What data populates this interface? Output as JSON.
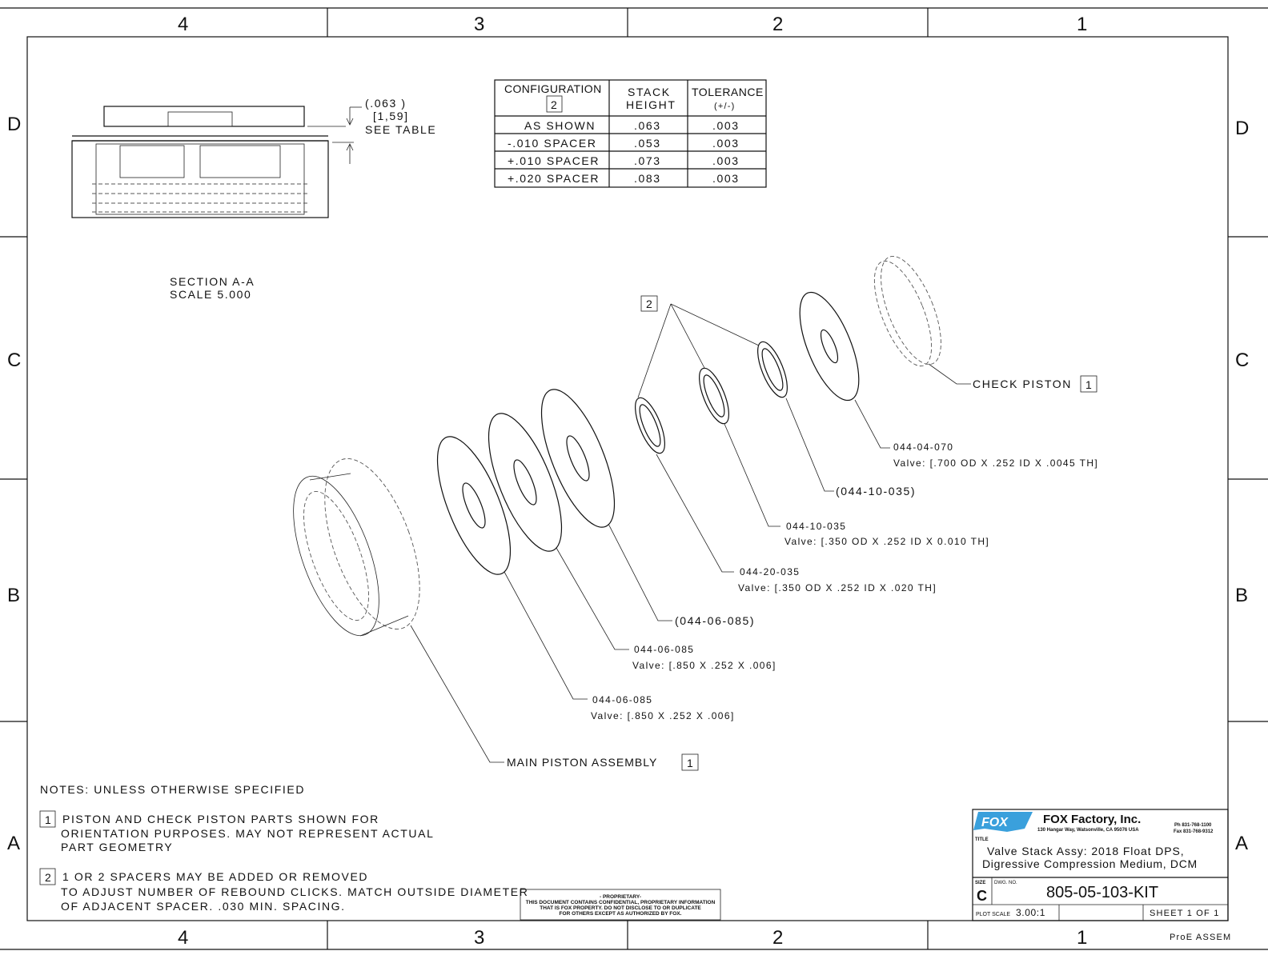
{
  "zones": {
    "columns": [
      "4",
      "3",
      "2",
      "1"
    ],
    "rows": [
      "D",
      "C",
      "B",
      "A"
    ]
  },
  "section": {
    "title": "SECTION  A-A",
    "scale": "SCALE  5.000",
    "dim_in": "(.063  )",
    "dim_mm": "[1,59]",
    "see_table": "SEE TABLE"
  },
  "config_table": {
    "headers": [
      "CONFIGURATION",
      "STACK HEIGHT",
      "TOLERANCE (+/-)"
    ],
    "header_lines": {
      "config": "CONFIGURATION",
      "config_tag": "2",
      "stack1": "STACK",
      "stack2": "HEIGHT",
      "tol1": "TOLERANCE",
      "tol2": "(+/-)"
    },
    "rows": [
      [
        "AS SHOWN",
        ".063",
        ".003"
      ],
      [
        "-.010 SPACER",
        ".053",
        ".003"
      ],
      [
        "+.010 SPACER",
        ".073",
        ".003"
      ],
      [
        "+.020 SPACER",
        ".083",
        ".003"
      ]
    ]
  },
  "callouts": {
    "tag2": "2",
    "check_piston": "CHECK PISTON",
    "check_piston_tag": "1",
    "c1_part": "044-04-070",
    "c1_desc": "Valve: [.700 OD X .252 ID X .0045 TH]",
    "c2_part": "(044-10-035)",
    "c3_part": "044-10-035",
    "c3_desc": "Valve: [.350 OD X .252 ID X 0.010 TH]",
    "c4_part": "044-20-035",
    "c4_desc": "Valve: [.350 OD X .252 ID X .020 TH]",
    "c5_part": "(044-06-085)",
    "c6_part": "044-06-085",
    "c6_desc": "Valve: [.850 X .252 X .006]",
    "c7_part": "044-06-085",
    "c7_desc": "Valve: [.850 X .252 X .006]",
    "main_piston": "MAIN PISTON ASSEMBLY",
    "main_piston_tag": "1"
  },
  "notes": {
    "heading": "NOTES: UNLESS OTHERWISE SPECIFIED",
    "n1_tag": "1",
    "n1_l1": "PISTON AND CHECK PISTON PARTS SHOWN FOR",
    "n1_l2": "ORIENTATION PURPOSES. MAY NOT REPRESENT ACTUAL",
    "n1_l3": "PART GEOMETRY",
    "n2_tag": "2",
    "n2_l1": "1 OR 2 SPACERS MAY BE ADDED OR REMOVED",
    "n2_l2": "TO ADJUST NUMBER OF REBOUND CLICKS. MATCH OUTSIDE DIAMETER",
    "n2_l3": "OF ADJACENT SPACER. .030 MIN. SPACING."
  },
  "proprietary": {
    "l1": "- PROPRIETARY-",
    "l2": "THIS DOCUMENT CONTAINS CONFIDENTIAL, PROPRIETARY INFORMATION",
    "l3": "THAT IS FOX PROPERTY.  DO NOT DISCLOSE TO OR DUPLICATE",
    "l4": "FOR OTHERS EXCEPT AS AUTHORIZED BY FOX."
  },
  "title_block": {
    "logo_text": "FOX",
    "company": "FOX Factory, Inc.",
    "address": "130 Hangar Way, Watsonville, CA 95076 USA",
    "phone": "Ph 831-768-1100",
    "fax": "Fax 831-768-9312",
    "title_label": "TITLE",
    "title_l1": "Valve Stack Assy: 2018 Float DPS,",
    "title_l2": "Digressive Compression Medium, DCM",
    "size_label": "SIZE",
    "size": "C",
    "dwg_label": "DWG. NO.",
    "dwg_no": "805-05-103-KIT",
    "plot_scale_label": "PLOT SCALE",
    "plot_scale": "3.00:1",
    "sheet": "SHEET 1 OF 1",
    "proe": "ProE ASSEM"
  },
  "colors": {
    "logo": "#3aa0dc",
    "line": "#111111"
  }
}
